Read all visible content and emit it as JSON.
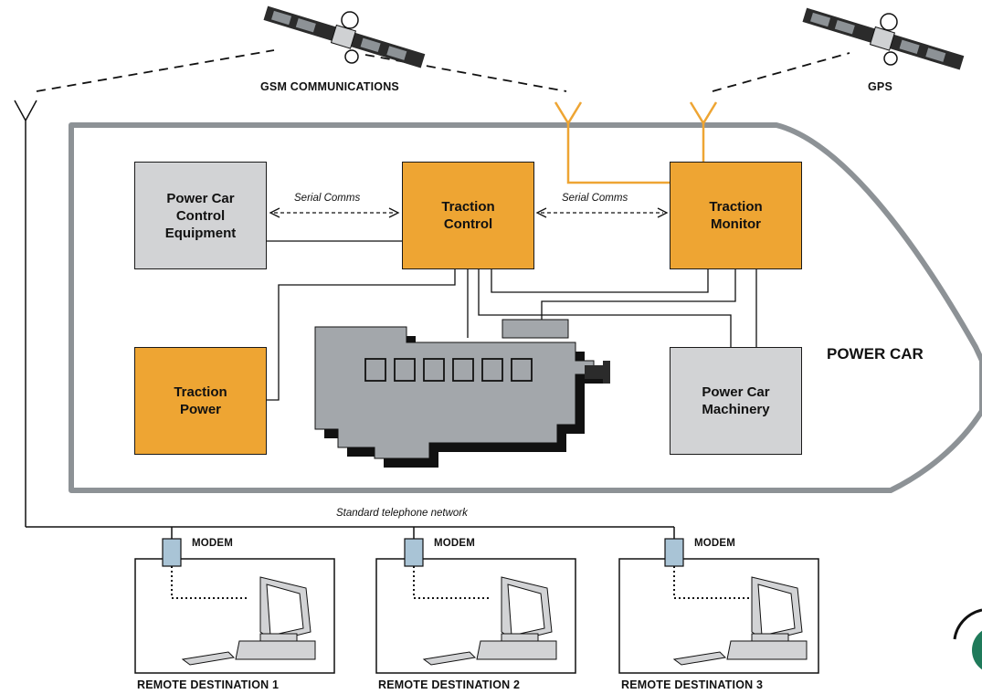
{
  "labels": {
    "gsm": "GSM COMMUNICATIONS",
    "gps": "GPS",
    "power_car": "POWER CAR",
    "network": "Standard telephone network",
    "serial_left": "Serial Comms",
    "serial_right": "Serial Comms"
  },
  "boxes": {
    "power_car_control": "Power Car\nControl\nEquipment",
    "traction_control": "Traction\nControl",
    "traction_monitor": "Traction\nMonitor",
    "traction_power": "Traction\nPower",
    "power_car_machinery": "Power Car\nMachinery"
  },
  "destinations": [
    {
      "modem": "MODEM",
      "label": "REMOTE DESTINATION 1"
    },
    {
      "modem": "MODEM",
      "label": "REMOTE DESTINATION 2"
    },
    {
      "modem": "MODEM",
      "label": "REMOTE DESTINATION 3"
    }
  ],
  "colors": {
    "orange": "#eea533",
    "grey_box": "#d2d3d5",
    "hull": "#8d9296",
    "engine": "#a3a7ab",
    "modem": "#a9c4d6",
    "logo": "#1f7a5a"
  }
}
